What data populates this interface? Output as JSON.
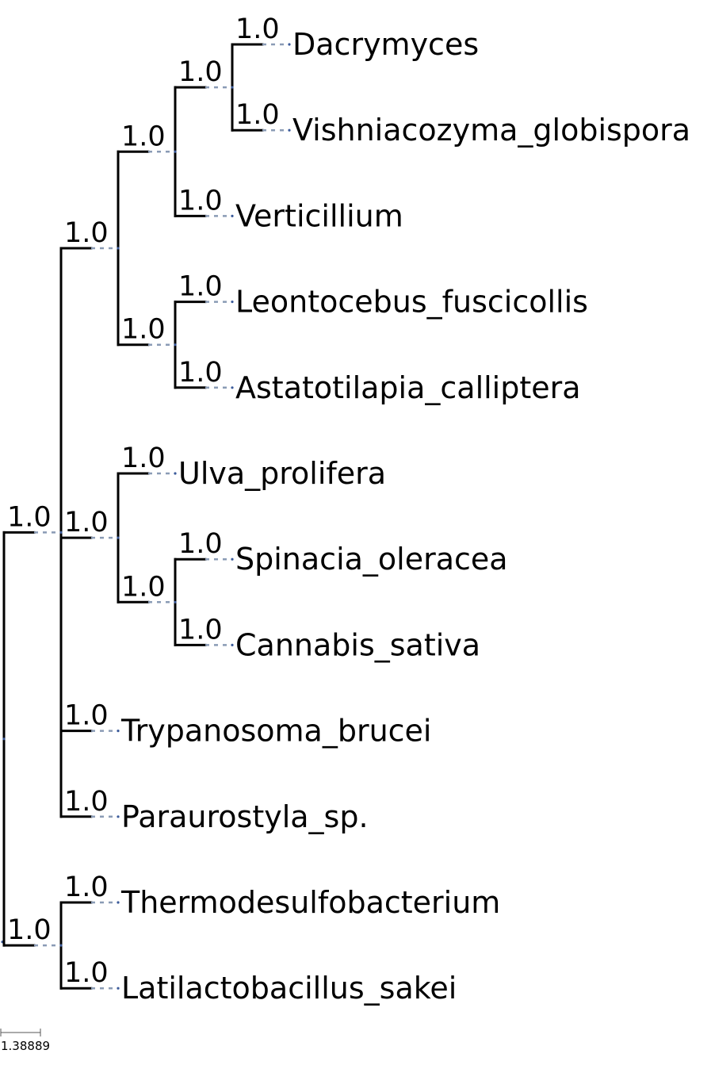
{
  "tree": {
    "support": "1.0",
    "children": [
      {
        "support": "1.0",
        "children": [
          {
            "support": "1.0",
            "children": [
              {
                "support": "1.0",
                "children": [
                  {
                    "support": "1.0",
                    "children": [
                      {
                        "support": "1.0",
                        "name": "Dacrymyces"
                      },
                      {
                        "support": "1.0",
                        "name": "Vishniacozyma_globispora"
                      }
                    ]
                  },
                  {
                    "support": "1.0",
                    "name": "Verticillium"
                  }
                ]
              },
              {
                "support": "1.0",
                "children": [
                  {
                    "support": "1.0",
                    "name": "Leontocebus_fuscicollis"
                  },
                  {
                    "support": "1.0",
                    "name": "Astatotilapia_calliptera"
                  }
                ]
              }
            ]
          },
          {
            "support": "1.0",
            "children": [
              {
                "support": "1.0",
                "name": "Ulva_prolifera"
              },
              {
                "support": "1.0",
                "children": [
                  {
                    "support": "1.0",
                    "name": "Spinacia_oleracea"
                  },
                  {
                    "support": "1.0",
                    "name": "Cannabis_sativa"
                  }
                ]
              }
            ]
          },
          {
            "support": "1.0",
            "name": "Trypanosoma_brucei"
          },
          {
            "support": "1.0",
            "name": "Paraurostyla_sp."
          }
        ]
      },
      {
        "support": "1.0",
        "children": [
          {
            "support": "1.0",
            "name": "Thermodesulfobacterium"
          },
          {
            "support": "1.0",
            "name": "Latilactobacillus_sakei"
          }
        ]
      }
    ]
  },
  "scale_bar": {
    "label": "1.38889"
  },
  "colors": {
    "branch": "#000000",
    "guide": "#8a9bb5",
    "node": "#3a5a9a"
  }
}
